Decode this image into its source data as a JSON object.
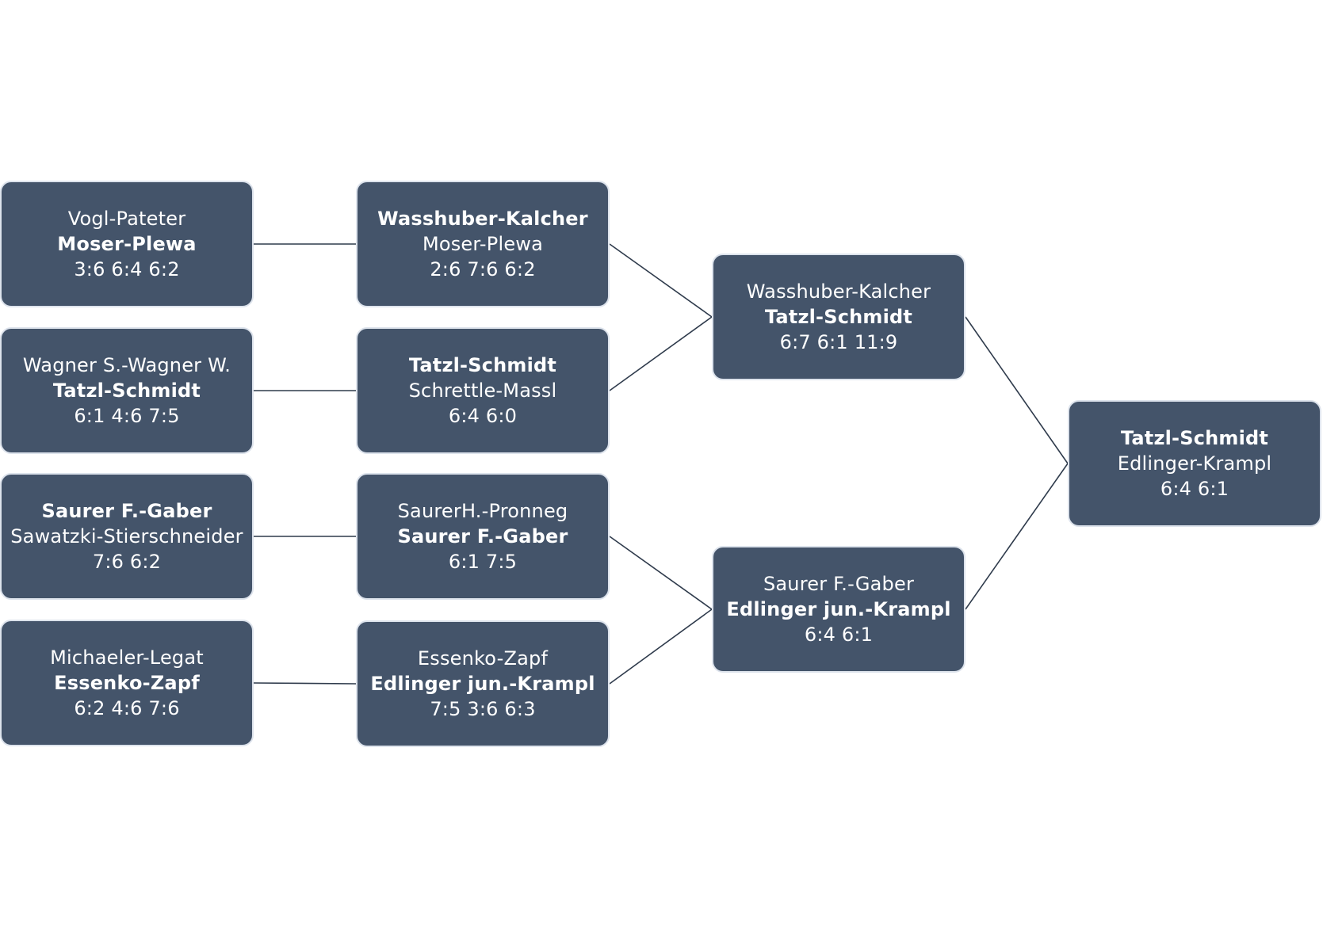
{
  "rounds": [
    {
      "matches": [
        {
          "team_a": "Vogl-Pateter",
          "team_b": "Moser-Plewa",
          "winner": "b",
          "score": "3:6 6:4 6:2"
        },
        {
          "team_a": "Wagner S.-Wagner W.",
          "team_b": "Tatzl-Schmidt",
          "winner": "b",
          "score": "6:1 4:6 7:5"
        },
        {
          "team_a": "Saurer F.-Gaber",
          "team_b": "Sawatzki-Stierschneider",
          "winner": "a",
          "score": "7:6 6:2"
        },
        {
          "team_a": "Michaeler-Legat",
          "team_b": "Essenko-Zapf",
          "winner": "b",
          "score": "6:2 4:6 7:6"
        }
      ]
    },
    {
      "matches": [
        {
          "team_a": "Wasshuber-Kalcher",
          "team_b": "Moser-Plewa",
          "winner": "a",
          "score": "2:6 7:6 6:2"
        },
        {
          "team_a": "Tatzl-Schmidt",
          "team_b": "Schrettle-Massl",
          "winner": "a",
          "score": "6:4 6:0"
        },
        {
          "team_a": "SaurerH.-Pronneg",
          "team_b": "Saurer F.-Gaber",
          "winner": "b",
          "score": "6:1 7:5"
        },
        {
          "team_a": "Essenko-Zapf",
          "team_b": "Edlinger jun.-Krampl",
          "winner": "b",
          "score": "7:5 3:6 6:3"
        }
      ]
    },
    {
      "matches": [
        {
          "team_a": "Wasshuber-Kalcher",
          "team_b": "Tatzl-Schmidt",
          "winner": "b",
          "score": "6:7 6:1 11:9"
        },
        {
          "team_a": "Saurer F.-Gaber",
          "team_b": "Edlinger jun.-Krampl",
          "winner": "b",
          "score": "6:4 6:1"
        }
      ]
    },
    {
      "matches": [
        {
          "team_a": "Tatzl-Schmidt",
          "team_b": "Edlinger-Krampl",
          "winner": "a",
          "score": "6:4 6:1"
        }
      ]
    }
  ],
  "colors": {
    "box_fill": "#44546a",
    "box_border": "#dde3ec",
    "text": "#ffffff",
    "connector": "#2f3b4c",
    "background": "#ffffff"
  }
}
